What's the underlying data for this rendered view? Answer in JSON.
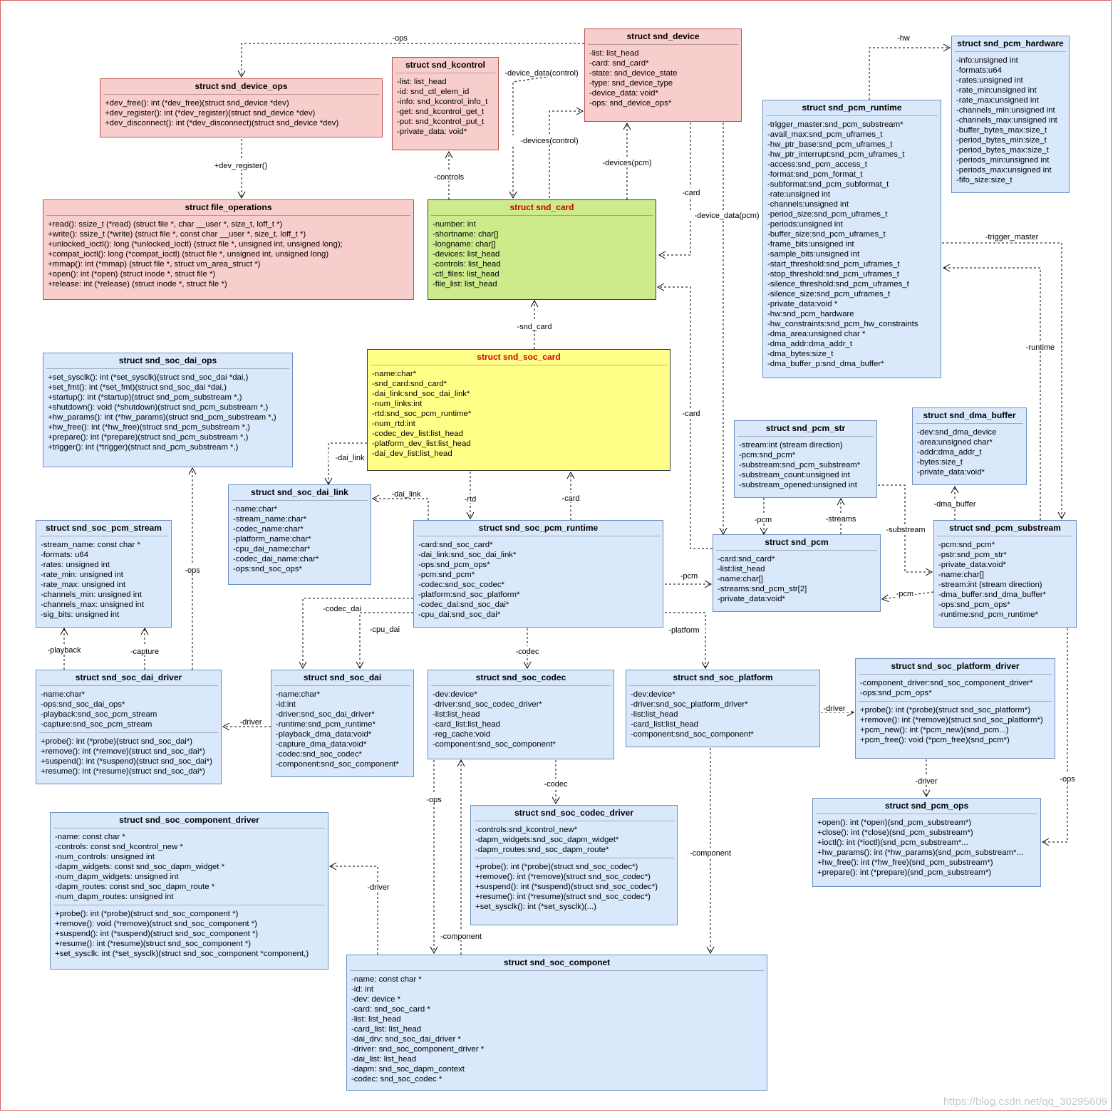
{
  "classes": [
    {
      "id": "snd_device_ops",
      "title": "struct snd_device_ops",
      "color": "red",
      "sections": [
        [
          "+dev_free(): int (*dev_free)(struct snd_device *dev)",
          "+dev_register(): int (*dev_register)(struct snd_device *dev)",
          "+dev_disconnect(): int (*dev_disconnect)(struct snd_device *dev)"
        ]
      ]
    },
    {
      "id": "snd_kcontrol",
      "title": "struct snd_kcontrol",
      "color": "red",
      "sections": [
        [
          "-list: list_head",
          "-id: snd_ctl_elem_id",
          "-info: snd_kcontrol_info_t",
          "-get: snd_kcontrol_get_t",
          "-put: snd_kcontrol_put_t",
          "-private_data: void*"
        ]
      ]
    },
    {
      "id": "snd_device",
      "title": "struct snd_device",
      "color": "red",
      "sections": [
        [
          "-list: list_head",
          "-card: snd_card*",
          "-state: snd_device_state",
          "-type: snd_device_type",
          "-device_data: void*",
          "-ops: snd_device_ops*"
        ]
      ]
    },
    {
      "id": "snd_pcm_hardware",
      "title": "struct snd_pcm_hardware",
      "color": "blue",
      "sections": [
        [
          "-info:unsigned int",
          "-formats:u64",
          "-rates:unsigned int",
          "-rate_min:unsigned int",
          "-rate_max:unsigned int",
          "-channels_min:unsigned int",
          "-channels_max:unsigned int",
          "-buffer_bytes_max:size_t",
          "-period_bytes_min:size_t",
          "-period_bytes_max:size_t",
          "-periods_min:unsigned int",
          "-periods_max:unsigned int",
          "-fifo_size:size_t"
        ]
      ]
    },
    {
      "id": "snd_pcm_runtime",
      "title": "struct snd_pcm_runtime",
      "color": "blue",
      "sections": [
        [
          "-trigger_master:snd_pcm_substream*",
          "-avail_max:snd_pcm_uframes_t",
          "-hw_ptr_base:snd_pcm_uframes_t",
          "-hw_ptr_interrupt:snd_pcm_uframes_t",
          "-access:snd_pcm_access_t",
          "-format:snd_pcm_format_t",
          "-subformat:snd_pcm_subformat_t",
          "-rate:unsigned int",
          "-channels:unsigned int",
          "-period_size:snd_pcm_uframes_t",
          "-periods:unsigned int",
          "-buffer_size:snd_pcm_uframes_t",
          "-frame_bits:unsigned int",
          "-sample_bits:unsigned int",
          "-start_threshold:snd_pcm_uframes_t",
          "-stop_threshold:snd_pcm_uframes_t",
          "-silence_threshold:snd_pcm_uframes_t",
          "-silence_size:snd_pcm_uframes_t",
          "-private_data:void *",
          "-hw:snd_pcm_hardware",
          "-hw_constraints:snd_pcm_hw_constraints",
          "-dma_area:unsigned char *",
          "-dma_addr:dma_addr_t",
          "-dma_bytes:size_t",
          "-dma_buffer_p:snd_dma_buffer*"
        ]
      ]
    },
    {
      "id": "file_operations",
      "title": "struct file_operations",
      "color": "red",
      "sections": [
        [
          "+read(): ssize_t (*read) (struct file *, char __user *, size_t, loff_t *)",
          "+write(): ssize_t (*write) (struct file *, const char __user *, size_t, loff_t *)",
          "+unlocked_ioctl(): long (*unlocked_ioctl) (struct file *, unsigned int, unsigned long);",
          "+compat_ioctl(): long (*compat_ioctl) (struct file *, unsigned int, unsigned long)",
          "+mmap(): int (*mmap) (struct file *, struct vm_area_struct *)",
          "+open(): int (*open) (struct inode *, struct file *)",
          "+release: int (*release) (struct inode *, struct file *)"
        ]
      ]
    },
    {
      "id": "snd_card",
      "title": "struct snd_card",
      "color": "green",
      "hl": true,
      "sections": [
        [
          "-number: int",
          "-shortname: char[]",
          "-longname: char[]",
          "-devices: list_head",
          "-controls: list_head",
          "-ctl_files: list_head",
          "-file_list: list_head"
        ]
      ]
    },
    {
      "id": "snd_soc_dai_ops",
      "title": "struct snd_soc_dai_ops",
      "color": "blue",
      "sections": [
        [
          "+set_sysclk(): int (*set_sysclk)(struct snd_soc_dai *dai,)",
          "+set_fmt(): int (*set_fmt)(struct snd_soc_dai *dai,)",
          "+startup(): int (*startup)(struct snd_pcm_substream *,)",
          "+shutdown(): void (*shutdown)(struct snd_pcm_substream *,)",
          "+hw_params(): int (*hw_params)(struct snd_pcm_substream *,)",
          "+hw_free(): int (*hw_free)(struct snd_pcm_substream *,)",
          "+prepare(): int (*prepare)(struct snd_pcm_substream *,)",
          "+trigger(): int (*trigger)(struct snd_pcm_substream *,)"
        ]
      ]
    },
    {
      "id": "snd_soc_card",
      "title": "struct snd_soc_card",
      "color": "yellow",
      "hl": true,
      "sections": [
        [
          "-name:char*",
          "-snd_card:snd_card*",
          "-dai_link:snd_soc_dai_link*",
          "-num_links:int",
          "-rtd:snd_soc_pcm_runtime*",
          "-num_rtd:int",
          "-codec_dev_list:list_head",
          "-platform_dev_list:list_head",
          "-dai_dev_list:list_head"
        ]
      ]
    },
    {
      "id": "snd_pcm_str",
      "title": "struct snd_pcm_str",
      "color": "blue",
      "sections": [
        [
          "-stream:int (stream direction)",
          "-pcm:snd_pcm*",
          "-substream:snd_pcm_substream*",
          "-substream_count:unsigned int",
          "-substream_opened:unsigned int"
        ]
      ]
    },
    {
      "id": "snd_dma_buffer",
      "title": "struct snd_dma_buffer",
      "color": "blue",
      "sections": [
        [
          "-dev:snd_dma_device",
          "-area:unsigned char*",
          "-addr:dma_addr_t",
          "-bytes:size_t",
          "-private_data:void*"
        ]
      ]
    },
    {
      "id": "snd_soc_dai_link",
      "title": "struct snd_soc_dai_link",
      "color": "blue",
      "sections": [
        [
          "-name:char*",
          "-stream_name:char*",
          "-codec_name:char*",
          "-platform_name:char*",
          "-cpu_dai_name:char*",
          "-codec_dai_name:char*",
          "-ops:snd_soc_ops*"
        ]
      ]
    },
    {
      "id": "snd_soc_pcm_stream",
      "title": "struct snd_soc_pcm_stream",
      "color": "blue",
      "sections": [
        [
          "-stream_name: const char *",
          "-formats: u64",
          "-rates: unsigned int",
          "-rate_min: unsigned int",
          "-rate_max: unsigned int",
          "-channels_min: unsigned int",
          "-channels_max: unsigned int",
          "-sig_bits: unsigned int"
        ]
      ]
    },
    {
      "id": "snd_soc_pcm_runtime",
      "title": "struct snd_soc_pcm_runtime",
      "color": "blue",
      "sections": [
        [
          "-card:snd_soc_card*",
          "-dai_link:snd_soc_dai_link*",
          "-ops:snd_pcm_ops*",
          "-pcm:snd_pcm*",
          "-codec:snd_soc_codec*",
          "-platform:snd_soc_platform*",
          "-codec_dai:snd_soc_dai*",
          "-cpu_dai:snd_soc_dai*"
        ]
      ]
    },
    {
      "id": "snd_pcm",
      "title": "struct snd_pcm",
      "color": "blue",
      "sections": [
        [
          "-card:snd_card*",
          "-list:list_head",
          "-name:char[]",
          "-streams:snd_pcm_str[2]",
          "-private_data:void*"
        ]
      ]
    },
    {
      "id": "snd_pcm_substream",
      "title": "struct snd_pcm_substream",
      "color": "blue",
      "sections": [
        [
          "-pcm:snd_pcm*",
          "-pstr:snd_pcm_str*",
          "-private_data:void*",
          "-name:char[]",
          "-stream:int (stream direction)",
          "-dma_buffer:snd_dma_buffer*",
          "-ops:snd_pcm_ops*",
          "-runtime:snd_pcm_runtime*"
        ]
      ]
    },
    {
      "id": "snd_soc_dai_driver",
      "title": "struct snd_soc_dai_driver",
      "color": "blue",
      "sections": [
        [
          "-name:char*",
          "-ops:snd_soc_dai_ops*",
          "-playback:snd_soc_pcm_stream",
          "-capture:snd_soc_pcm_stream"
        ],
        [
          "+probe(): int (*probe)(struct snd_soc_dai*)",
          "+remove(): int (*remove)(struct snd_soc_dai*)",
          "+suspend(): int (*suspend)(struct snd_soc_dai*)",
          "+resume(): int (*resume)(struct snd_soc_dai*)"
        ]
      ]
    },
    {
      "id": "snd_soc_dai",
      "title": "struct snd_soc_dai",
      "color": "blue",
      "sections": [
        [
          "-name:char*",
          "-id:int",
          "-driver:snd_soc_dai_driver*",
          "-runtime:snd_pcm_runtime*",
          "-playback_dma_data:void*",
          "-capture_dma_data:void*",
          "-codec:snd_soc_codec*",
          "-component:snd_soc_component*"
        ]
      ]
    },
    {
      "id": "snd_soc_codec",
      "title": "struct snd_soc_codec",
      "color": "blue",
      "sections": [
        [
          "-dev:device*",
          "-driver:snd_soc_codec_driver*",
          "-list:list_head",
          "-card_list:list_head",
          "-reg_cache:void",
          "-component:snd_soc_component*"
        ]
      ]
    },
    {
      "id": "snd_soc_platform",
      "title": "struct snd_soc_platform",
      "color": "blue",
      "sections": [
        [
          "-dev:device*",
          "-driver:snd_soc_platform_driver*",
          "-list:list_head",
          "-card_list:list_head",
          "-component:snd_soc_component*"
        ]
      ]
    },
    {
      "id": "snd_soc_platform_driver",
      "title": "struct snd_soc_platform_driver",
      "color": "blue",
      "sections": [
        [
          "-component_driver:snd_soc_component_driver*",
          "-ops:snd_pcm_ops*"
        ],
        [
          "+probe(): int (*probe)(struct snd_soc_platform*)",
          "+remove(): int (*remove)(struct snd_soc_platform*)",
          "+pcm_new(): int (*pcm_new)(snd_pcm...)",
          "+pcm_free(): void (*pcm_free)(snd_pcm*)"
        ]
      ]
    },
    {
      "id": "snd_soc_component_driver",
      "title": "struct snd_soc_component_driver",
      "color": "blue",
      "sections": [
        [
          "-name: const char *",
          "-controls: const snd_kcontrol_new *",
          "-num_controls: unsigned int",
          "-dapm_widgets: const snd_soc_dapm_widget *",
          "-num_dapm_widgets: unsigned int",
          "-dapm_routes: const snd_soc_dapm_route *",
          "-num_dapm_routes: unsigned int"
        ],
        [
          "+probe(): int (*probe)(struct snd_soc_component *)",
          "+remove(): void (*remove)(struct snd_soc_component *)",
          "+suspend(): int (*suspend)(struct snd_soc_component *)",
          "+resume(): int (*resume)(struct snd_soc_component *)",
          "+set_sysclk: int (*set_sysclk)(struct snd_soc_component *component,)"
        ]
      ]
    },
    {
      "id": "snd_soc_codec_driver",
      "title": "struct snd_soc_codec_driver",
      "color": "blue",
      "sections": [
        [
          "-controls:snd_kcontrol_new*",
          "-dapm_widgets:snd_soc_dapm_widget*",
          "-dapm_routes:snd_soc_dapm_route*"
        ],
        [
          "+probe(): int (*probe)(struct snd_soc_codec*)",
          "+remove(): int (*remove)(struct snd_soc_codec*)",
          "+suspend(): int (*suspend)(struct snd_soc_codec*)",
          "+resume(): int (*resume)(struct snd_soc_codec*)",
          "+set_sysclk(): int (*set_sysclk)(...)"
        ]
      ]
    },
    {
      "id": "snd_pcm_ops",
      "title": "struct snd_pcm_ops",
      "color": "blue",
      "sections": [
        [
          "+open(): int (*open)(snd_pcm_substream*)",
          "+close(): int (*close)(snd_pcm_substream*)",
          "+ioctl(): int (*ioctl)(snd_pcm_substream*...",
          "+hw_params(): int (*hw_params)(snd_pcm_substream*...",
          "+hw_free(): int (*hw_free)(snd_pcm_substream*)",
          "+prepare(): int (*prepare)(snd_pcm_substream*)"
        ]
      ]
    },
    {
      "id": "snd_soc_componet",
      "title": "struct snd_soc_componet",
      "color": "blue",
      "sections": [
        [
          "-name: const char *",
          "-id: int",
          "-dev: device *",
          "-card: snd_soc_card *",
          "-list: list_head",
          "-card_list: list_head",
          "-dai_drv: snd_soc_dai_driver *",
          "-driver: snd_soc_component_driver *",
          "-dai_list: list_head",
          "-dapm: snd_soc_dapm_context",
          "-codec: snd_soc_codec *"
        ]
      ]
    }
  ],
  "edges": [
    {
      "label": "-ops"
    },
    {
      "label": "+dev_register()"
    },
    {
      "label": "-device_data(control)"
    },
    {
      "label": "-devices(control)"
    },
    {
      "label": "-controls"
    },
    {
      "label": "-devices(pcm)"
    },
    {
      "label": "-card"
    },
    {
      "label": "-device_data(pcm)"
    },
    {
      "label": "-hw"
    },
    {
      "label": "-trigger_master"
    },
    {
      "label": "-runtime"
    },
    {
      "label": "-snd_card"
    },
    {
      "label": "-card"
    },
    {
      "label": "-dai_link"
    },
    {
      "label": "-dai_link"
    },
    {
      "label": "-rtd"
    },
    {
      "label": "-card"
    },
    {
      "label": "-pcm"
    },
    {
      "label": "-pcm"
    },
    {
      "label": "-streams"
    },
    {
      "label": "-dma_buffer"
    },
    {
      "label": "-substream"
    },
    {
      "label": "-pcm"
    },
    {
      "label": "-codec_dai"
    },
    {
      "label": "-cpu_dai"
    },
    {
      "label": "-codec"
    },
    {
      "label": "-platform"
    },
    {
      "label": "-ops"
    },
    {
      "label": "-playback"
    },
    {
      "label": "-capture"
    },
    {
      "label": "-driver"
    },
    {
      "label": "-driver"
    },
    {
      "label": "-driver"
    },
    {
      "label": "-ops"
    },
    {
      "label": "-ops"
    },
    {
      "label": "-component"
    },
    {
      "label": "-codec"
    },
    {
      "label": "-driver"
    },
    {
      "label": "-component"
    }
  ],
  "colors": {
    "red_fill": "#f8cecc",
    "red_border": "#b85450",
    "blue_fill": "#dae8fc",
    "blue_border": "#6c8ebf",
    "green_fill": "#cdeb8b",
    "yellow_fill": "#ffff88",
    "highlight_title": "#cc0000"
  },
  "watermark": "https://blog.csdn.net/qq_30295609"
}
